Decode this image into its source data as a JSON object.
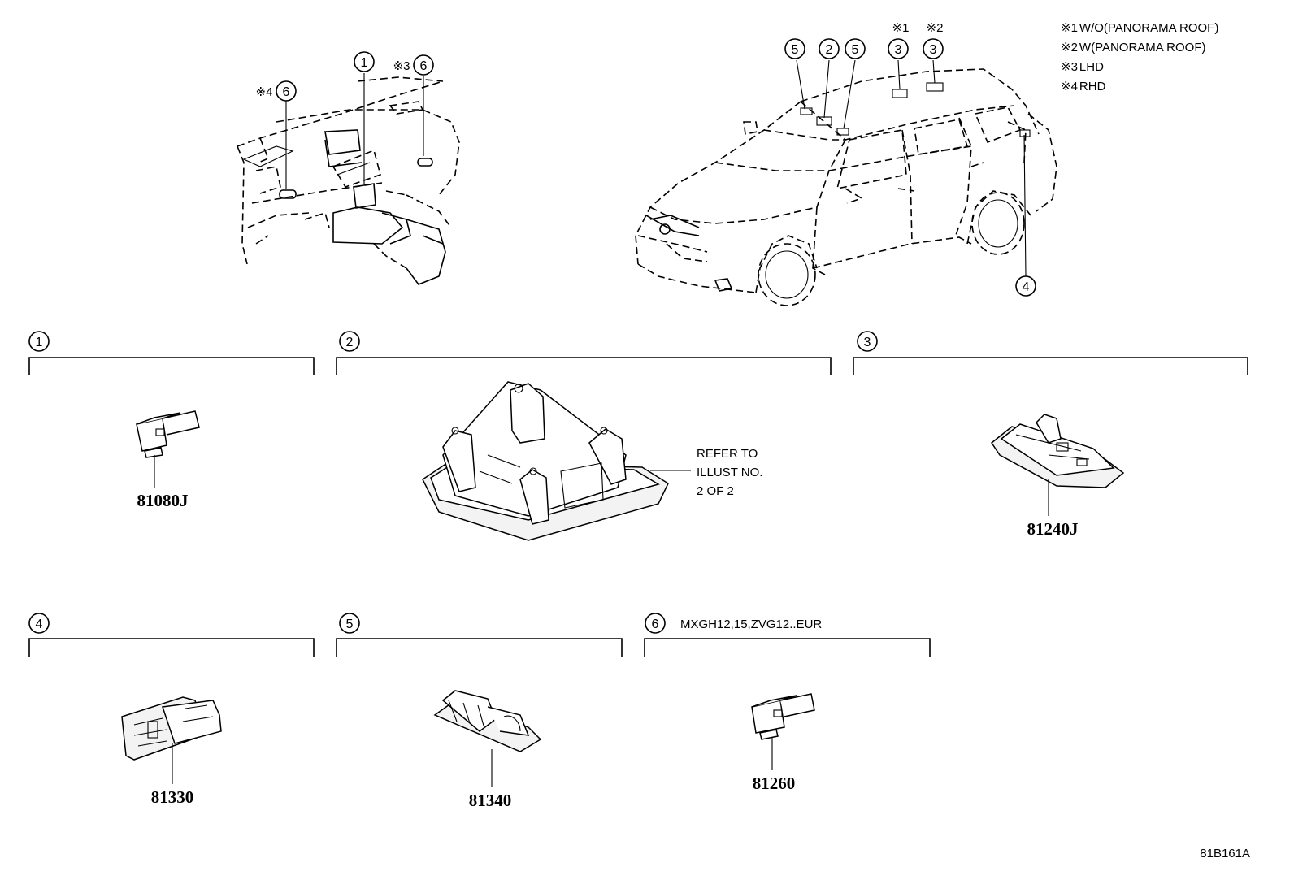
{
  "notes": [
    {
      "mark": "※1",
      "text": "W/O(PANORAMA ROOF)"
    },
    {
      "mark": "※2",
      "text": "W(PANORAMA ROOF)"
    },
    {
      "mark": "※3",
      "text": "LHD"
    },
    {
      "mark": "※4",
      "text": "RHD"
    }
  ],
  "callouts": {
    "dash": {
      "c1": "1",
      "c6a": "6",
      "c6a_mark": "※3",
      "c6b": "6",
      "c6b_mark": "※4"
    },
    "car": {
      "c5a": "5",
      "c2": "2",
      "c5b": "5",
      "c3a": "3",
      "c3a_mark": "※1",
      "c3b": "3",
      "c3b_mark": "※2",
      "c4": "4"
    }
  },
  "groups": [
    {
      "num": "1",
      "part": "81080J"
    },
    {
      "num": "2",
      "refer": [
        "REFER TO",
        "ILLUST NO.",
        "2 OF 2"
      ]
    },
    {
      "num": "3",
      "part": "81240J"
    },
    {
      "num": "4",
      "part": "81330"
    },
    {
      "num": "5",
      "part": "81340"
    },
    {
      "num": "6",
      "part": "81260",
      "note": "MXGH12,15,ZVG12..EUR"
    }
  ],
  "figure_code": "81B161A"
}
